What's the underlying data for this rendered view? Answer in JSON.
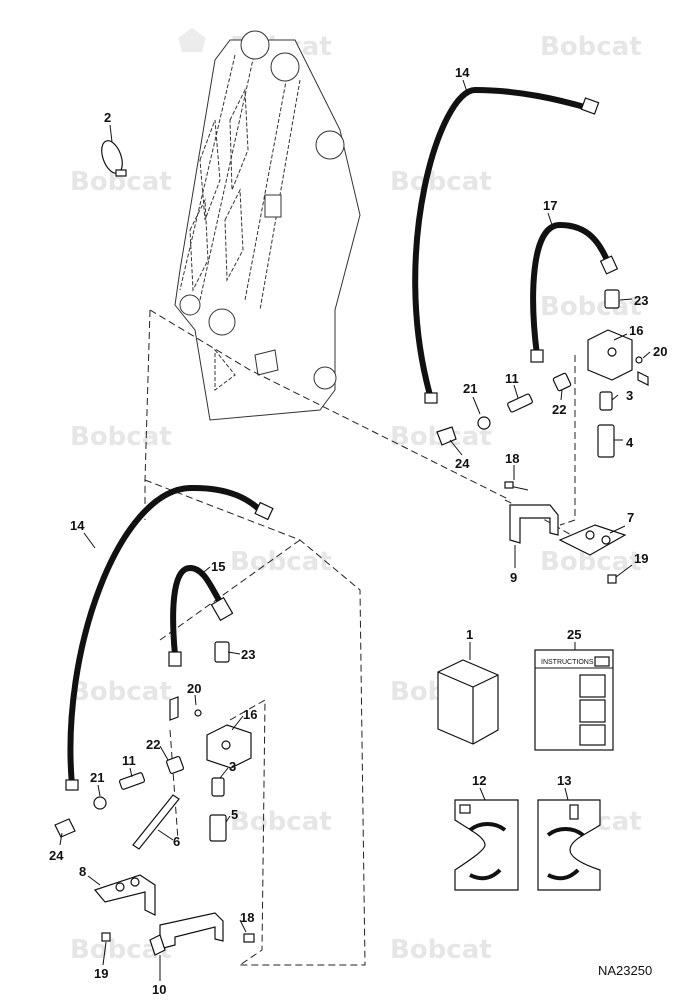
{
  "watermark": {
    "text": "Bobcat"
  },
  "figure_id": "NA23250",
  "instructions_label": "INSTRUCTIONS",
  "callouts": {
    "c1": "1",
    "c2": "2",
    "c3a": "3",
    "c3b": "3",
    "c4": "4",
    "c5": "5",
    "c6": "6",
    "c7": "7",
    "c8": "8",
    "c9": "9",
    "c10": "10",
    "c11a": "11",
    "c11b": "11",
    "c12": "12",
    "c13": "13",
    "c14a": "14",
    "c14b": "14",
    "c15": "15",
    "c16a": "16",
    "c16b": "16",
    "c17": "17",
    "c18a": "18",
    "c18b": "18",
    "c19a": "19",
    "c19b": "19",
    "c20a": "20",
    "c20b": "20",
    "c21a": "21",
    "c21b": "21",
    "c22a": "22",
    "c22b": "22",
    "c23a": "23",
    "c23b": "23",
    "c24a": "24",
    "c24b": "24",
    "c25": "25"
  }
}
